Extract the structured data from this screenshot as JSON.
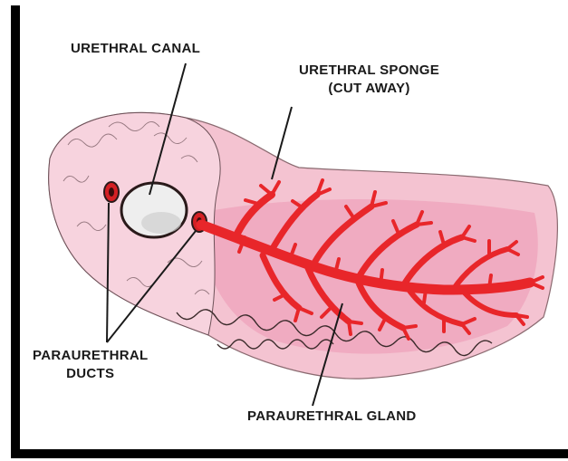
{
  "labels": {
    "urethral_canal": "URETHRAL CANAL",
    "urethral_sponge_line1": "URETHRAL SPONGE",
    "urethral_sponge_line2": "(CUT AWAY)",
    "paraurethral_ducts_line1": "PARAURETHRAL",
    "paraurethral_ducts_line2": "DUCTS",
    "paraurethral_gland": "PARAURETHRAL GLAND"
  },
  "colors": {
    "frame": "#000000",
    "tissue_pink": "#f2b8c8",
    "tissue_deep": "#ea8fab",
    "gland_red": "#e8262a",
    "outline": "#3a2a2a",
    "canal_fill": "#ececec"
  }
}
